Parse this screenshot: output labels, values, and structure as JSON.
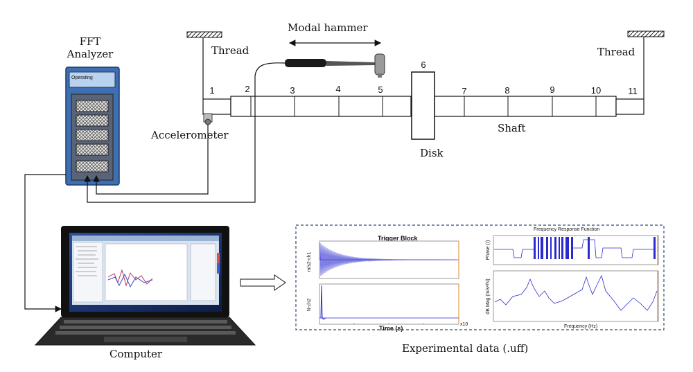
{
  "labels": {
    "fft_analyzer": "FFT",
    "fft_analyzer_2": "Analyzer",
    "operating": "Operating",
    "thread_left": "Thread",
    "thread_right": "Thread",
    "modal_hammer": "Modal hammer",
    "accelerometer": "Accelerometer",
    "disk": "Disk",
    "shaft": "Shaft",
    "computer": "Computer",
    "experimental_data": "Experimental data (.uff)"
  },
  "station_numbers": [
    "1",
    "2",
    "3",
    "4",
    "5",
    "6",
    "7",
    "8",
    "9",
    "10",
    "11"
  ],
  "plots": {
    "trigger_title": "Trigger Block",
    "frf_title": "Frequency Response Function",
    "ch1_label": "m/s2-ch1",
    "ch2_label": "N-ch2",
    "time_xlabel": "Time (s)",
    "time_exp": "x10",
    "freq_xlabel": "Frequency (Hz)",
    "phase_label": "Phase (r)",
    "mag_label": "dB Mag (m/s²/N)"
  },
  "colors": {
    "line": "#111111",
    "plot_blue": "#2a2ad0",
    "fft_blue": "#3d6fb2",
    "fft_screen": "#b9d3ee",
    "dashed_border": "#2b4a6e",
    "marker": "#d88a2a"
  },
  "icons": [
    "fixed-support-icon",
    "modal-hammer-icon",
    "arrow-right-icon",
    "laptop-icon"
  ]
}
